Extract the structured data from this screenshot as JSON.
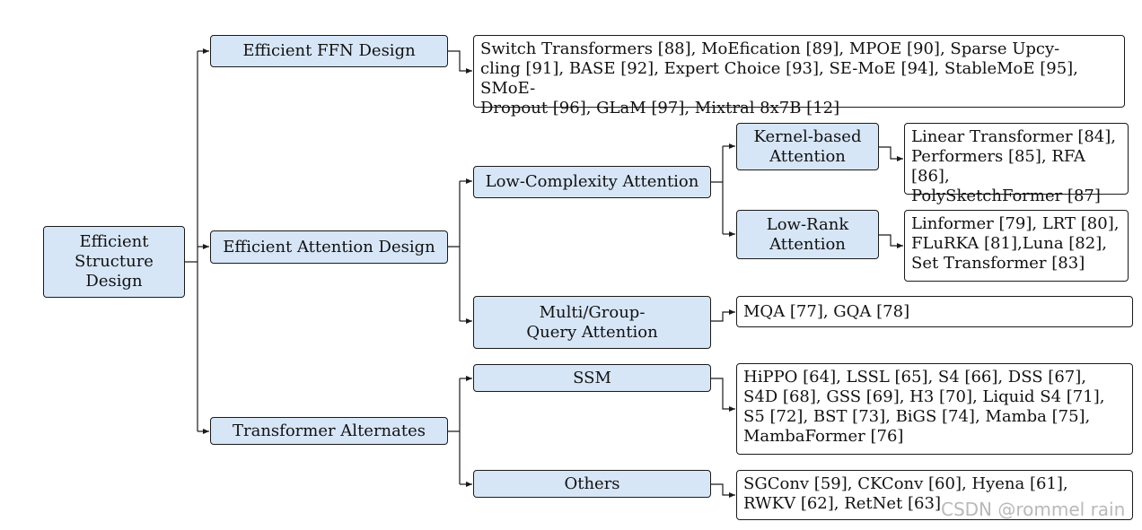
{
  "diagram": {
    "root": {
      "label": "Efficient\nStructure\nDesign"
    },
    "categories": {
      "ffn": "Efficient FFN Design",
      "attention": "Efficient Attention Design",
      "alternates": "Transformer Alternates"
    },
    "subcategories": {
      "low_complexity": "Low-Complexity Attention",
      "multi_group": "Multi/Group-\nQuery Attention",
      "ssm": "SSM",
      "others": "Others",
      "kernel_based": "Kernel-based\nAttention",
      "low_rank": "Low-Rank\nAttention"
    },
    "leaves": {
      "ffn": "Switch Transformers [88], MoEfication [89], MPOE [90], Sparse Upcy-\ncling [91], BASE [92], Expert Choice [93], SE-MoE [94], StableMoE [95], SMoE-\nDropout [96], GLaM [97], Mixtral 8x7B [12]",
      "kernel_based": "Linear Transformer [84],\nPerformers [85], RFA [86],\nPolySketchFormer [87]",
      "low_rank": "Linformer [79], LRT [80],\nFLuRKA [81],Luna [82],\nSet Transformer [83]",
      "multi_group": "MQA [77], GQA [78]",
      "ssm": "HiPPO [64], LSSL [65], S4 [66], DSS [67],\nS4D [68], GSS [69], H3 [70], Liquid S4 [71],\nS5 [72], BST [73], BiGS [74], Mamba [75],\nMambaFormer [76]",
      "others": "SGConv [59], CKConv [60], Hyena [61],\nRWKV [62], RetNet [63]"
    }
  },
  "watermark": "CSDN @rommel rain",
  "colors": {
    "category_fill": "#d7e6f7",
    "leaf_fill": "#ffffff",
    "border": "#1a1a1a",
    "watermark": "#b9b9b9"
  }
}
